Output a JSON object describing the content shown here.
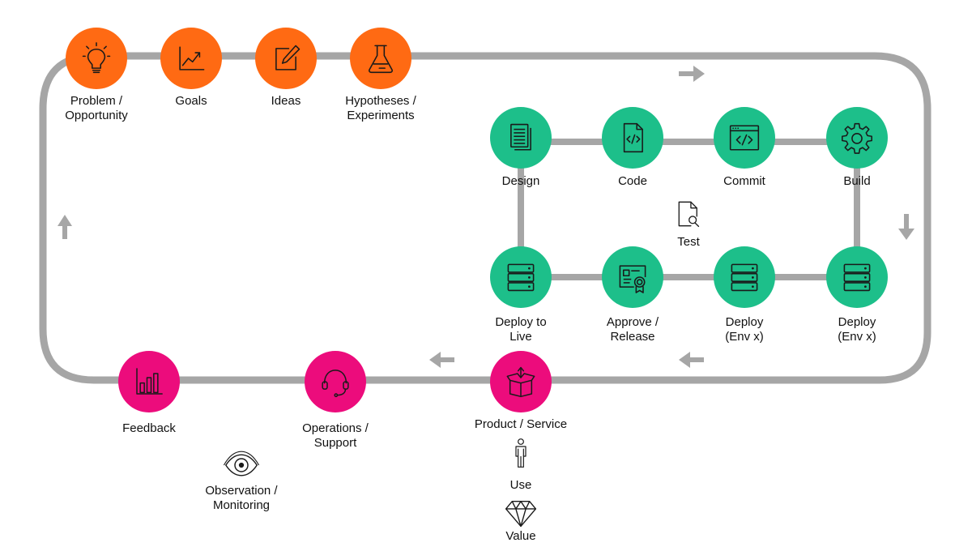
{
  "colors": {
    "idea": "#ff6a13",
    "delivery": "#1dbf8a",
    "feedback": "#ec0c7c",
    "track": "#a6a6a6",
    "arrow": "#a6a6a6",
    "icon_stroke": "#1a1a1a"
  },
  "outer_loop": [
    {
      "id": "problem",
      "label": "Problem /\nOpportunity",
      "icon": "lightbulb-icon"
    },
    {
      "id": "goals",
      "label": "Goals",
      "icon": "trend-chart-icon"
    },
    {
      "id": "ideas",
      "label": "Ideas",
      "icon": "pencil-note-icon"
    },
    {
      "id": "hypotheses",
      "label": "Hypotheses /\nExperiments",
      "icon": "flask-icon"
    }
  ],
  "delivery_loop": [
    {
      "id": "design",
      "label": "Design",
      "icon": "documents-icon"
    },
    {
      "id": "code",
      "label": "Code",
      "icon": "code-file-icon"
    },
    {
      "id": "commit",
      "label": "Commit",
      "icon": "code-window-icon"
    },
    {
      "id": "build",
      "label": "Build",
      "icon": "gear-icon"
    },
    {
      "id": "deploy_env_a",
      "label": "Deploy\n(Env x)",
      "icon": "server-icon"
    },
    {
      "id": "deploy_env_b",
      "label": "Deploy\n(Env x)",
      "icon": "server-icon"
    },
    {
      "id": "approve",
      "label": "Approve /\nRelease",
      "icon": "certificate-icon"
    },
    {
      "id": "deploy_live",
      "label": "Deploy to\nLive",
      "icon": "server-icon"
    }
  ],
  "test": {
    "label": "Test",
    "icon": "document-search-icon"
  },
  "run_loop": [
    {
      "id": "product",
      "label": "Product / Service",
      "icon": "open-box-icon"
    },
    {
      "id": "operations",
      "label": "Operations /\nSupport",
      "icon": "headset-icon"
    },
    {
      "id": "feedback",
      "label": "Feedback",
      "icon": "bar-chart-icon"
    }
  ],
  "observation": {
    "label": "Observation /\nMonitoring",
    "icon": "eye-icon"
  },
  "use": {
    "label": "Use",
    "icon": "person-icon"
  },
  "value": {
    "label": "Value",
    "icon": "diamond-icon"
  }
}
